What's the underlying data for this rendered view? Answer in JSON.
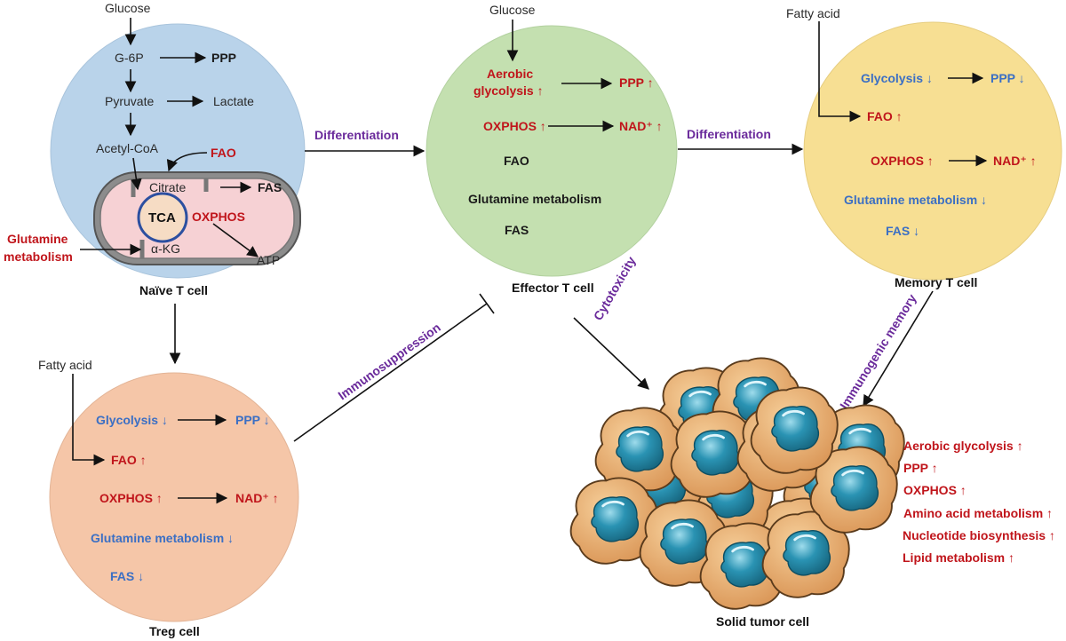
{
  "colors": {
    "naive": "#b9d3ea",
    "effector": "#c4e0b0",
    "memory": "#f7df93",
    "treg": "#f5c6a8",
    "mitochondria": "#f6d1d4",
    "tumor_cell": "#e2a463",
    "tumor_nucleus": "#2a93b3",
    "up_red": "#c0151b",
    "down_blue": "#3b6fc4",
    "process_purple": "#6a2a9b"
  },
  "naive": {
    "glucose": "Glucose",
    "g6p": "G-6P",
    "ppp": "PPP",
    "pyruvate": "Pyruvate",
    "lactate": "Lactate",
    "acetyl_coa": "Acetyl-CoA",
    "fao": "FAO",
    "citrate": "Citrate",
    "fas": "FAS",
    "tca": "TCA",
    "oxphos": "OXPHOS",
    "akg": "α-KG",
    "atp": "ATP",
    "glutamine_line1": "Glutamine",
    "glutamine_line2": "metabolism",
    "caption": "Naïve T cell"
  },
  "effector": {
    "glucose": "Glucose",
    "aerobic_line1": "Aerobic",
    "aerobic_line2": "glycolysis ↑",
    "ppp": "PPP ↑",
    "oxphos": "OXPHOS ↑",
    "nad": "NAD⁺ ↑",
    "fao": "FAO",
    "glutamine": "Glutamine metabolism",
    "fas": "FAS",
    "caption": "Effector T cell"
  },
  "memory": {
    "fatty_acid": "Fatty acid",
    "glycolysis": "Glycolysis ↓",
    "ppp": "PPP ↓",
    "fao": "FAO ↑",
    "oxphos": "OXPHOS ↑",
    "nad": "NAD⁺ ↑",
    "glutamine": "Glutamine metabolism ↓",
    "fas": "FAS ↓",
    "caption": "Memory T cell"
  },
  "treg": {
    "fatty_acid": "Fatty acid",
    "glycolysis": "Glycolysis ↓",
    "ppp": "PPP ↓",
    "fao": "FAO ↑",
    "oxphos": "OXPHOS ↑",
    "nad": "NAD⁺ ↑",
    "glutamine": "Glutamine metabolism ↓",
    "fas": "FAS ↓",
    "caption": "Treg cell"
  },
  "processes": {
    "differentiation_1": "Differentiation",
    "differentiation_2": "Differentiation",
    "immunosuppression": "Immunosuppression",
    "cytotoxicity": "Cytotoxicity",
    "immunogenic_memory": "Immunogenic memory"
  },
  "tumor": {
    "caption": "Solid tumor cell",
    "traits": [
      "Aerobic glycolysis ↑",
      "PPP ↑",
      "OXPHOS ↑",
      "Amino acid metabolism ↑",
      "Nucleotide biosynthesis ↑",
      "Lipid metabolism ↑"
    ]
  }
}
